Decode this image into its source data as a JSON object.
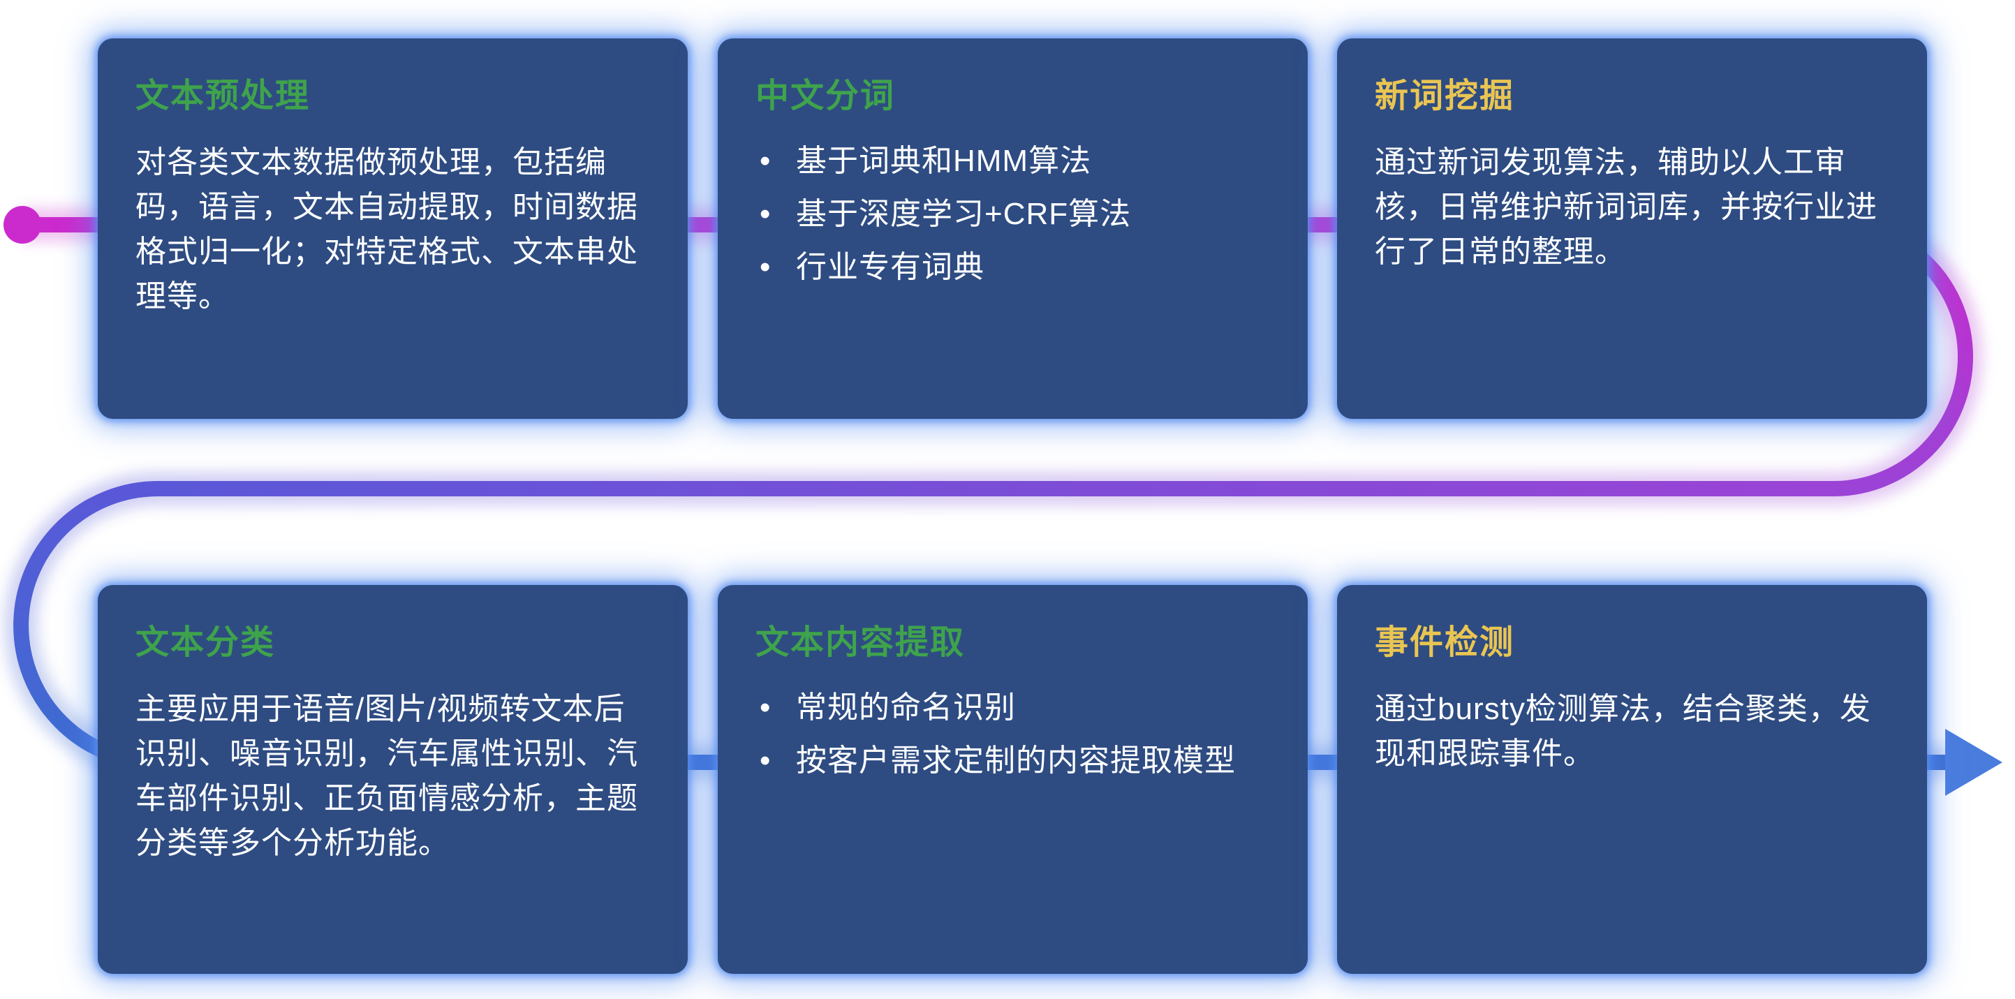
{
  "colors": {
    "card_bg": "#2E4C82",
    "card_glow": "#588EF0",
    "title_green": "#3FA34C",
    "title_yellow": "#EAC552",
    "body_text": "#FFFFFF",
    "flow_magenta": "#CB2BCD",
    "flow_purple": "#9B43D6",
    "flow_indigo": "#5A58D8",
    "flow_blue": "#3C6DD1",
    "flow_arrow": "#4A7CDE"
  },
  "cards": [
    {
      "id": "text-preprocessing",
      "title": "文本预处理",
      "title_color": "green",
      "type": "paragraph",
      "body": "对各类文本数据做预处理，包括编码，语言，文本自动提取，时间数据格式归一化；对特定格式、文本串处理等。"
    },
    {
      "id": "chinese-word-segmentation",
      "title": "中文分词",
      "title_color": "green",
      "type": "bullets",
      "bullets": [
        "基于词典和HMM算法",
        "基于深度学习+CRF算法",
        "行业专有词典"
      ]
    },
    {
      "id": "new-word-mining",
      "title": "新词挖掘",
      "title_color": "yellow",
      "type": "paragraph",
      "body": "通过新词发现算法，辅助以人工审核，日常维护新词词库，并按行业进行了日常的整理。"
    },
    {
      "id": "text-classification",
      "title": "文本分类",
      "title_color": "green",
      "type": "paragraph",
      "body": "主要应用于语音/图片/视频转文本后识别、噪音识别，汽车属性识别、汽车部件识别、正负面情感分析，主题分类等多个分析功能。"
    },
    {
      "id": "text-content-extraction",
      "title": "文本内容提取",
      "title_color": "green",
      "type": "bullets",
      "bullets": [
        "常规的命名识别",
        "按客户需求定制的内容提取模型"
      ]
    },
    {
      "id": "event-detection",
      "title": "事件检测",
      "title_color": "yellow",
      "type": "paragraph",
      "body": "通过bursty检测算法，结合聚类，发现和跟踪事件。"
    }
  ]
}
